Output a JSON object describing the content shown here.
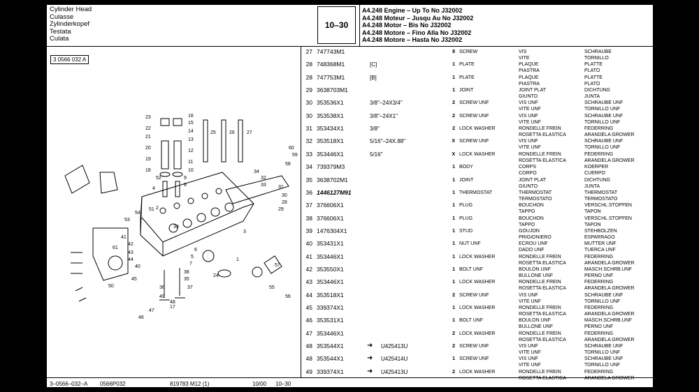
{
  "header": {
    "titles": [
      "Cylinder Head",
      "Culasse",
      "Zylinderkopef",
      "Testata",
      "Culata"
    ],
    "section_code": "10–30",
    "engines": [
      "A4.248 Engine  – Up To No J32002",
      "A4.248 Moteur – Jusqu Au No J32002",
      "A4.248 Motor   – Bis No J32002",
      "A4.248 Motore – Fino Alla No J32002",
      "A4.248 Motore – Hasta No J32002"
    ]
  },
  "ref_box": "3 0566 032 A",
  "diagram_labels": [
    "23",
    "22",
    "21",
    "20",
    "19",
    "18",
    "4",
    "2",
    "1",
    "3",
    "5",
    "6",
    "7",
    "8",
    "9",
    "10",
    "11",
    "12",
    "13",
    "14",
    "15",
    "16",
    "17",
    "24",
    "25",
    "26",
    "27",
    "28",
    "29",
    "30",
    "31",
    "32",
    "33",
    "34",
    "35",
    "36",
    "37",
    "38",
    "39",
    "40",
    "41",
    "42",
    "43",
    "44",
    "45",
    "46",
    "47",
    "48",
    "49",
    "50",
    "51",
    "52",
    "53",
    "54",
    "55",
    "56",
    "57",
    "58",
    "59",
    "60",
    "61"
  ],
  "rows": [
    {
      "num": "27",
      "part": "747743M1",
      "note": "",
      "arrow": false,
      "qty": "8",
      "desc": "SCREW",
      "fr": [
        "VIS",
        "VITE"
      ],
      "de": [
        "SCHRAUBE",
        "TORNILLO"
      ]
    },
    {
      "num": "28",
      "part": "748368M1",
      "note": "[C]",
      "arrow": false,
      "qty": "1",
      "desc": "PLATE",
      "fr": [
        "PLAQUE",
        "PIASTRA"
      ],
      "de": [
        "PLATTE",
        "PLATO"
      ]
    },
    {
      "num": "28",
      "part": "747753M1",
      "note": "[B]",
      "arrow": false,
      "qty": "1",
      "desc": "PLATE",
      "fr": [
        "PLAQUE",
        "PIASTRA"
      ],
      "de": [
        "PLATTE",
        "PLATO"
      ]
    },
    {
      "num": "29",
      "part": "3638703M1",
      "note": "",
      "arrow": false,
      "qty": "1",
      "desc": "JOINT",
      "fr": [
        "JOINT PLAT",
        "GIUNTO"
      ],
      "de": [
        "DICHTUNG",
        "JUNTA"
      ]
    },
    {
      "num": "30",
      "part": "353536X1",
      "note": "3/8\"–24X3/4\"",
      "arrow": false,
      "qty": "2",
      "desc": "SCREW UNF",
      "fr": [
        "VIS UNF",
        "VITE UNF"
      ],
      "de": [
        "SCHRAUBE UNF",
        "TORNILLO UNF"
      ]
    },
    {
      "num": "30",
      "part": "353538X1",
      "note": "3/8\"–24X1\"",
      "arrow": false,
      "qty": "2",
      "desc": "SCREW UNF",
      "fr": [
        "VIS UNF",
        "VITE UNF"
      ],
      "de": [
        "SCHRAUBE UNF",
        "TORNILLO UNF"
      ]
    },
    {
      "num": "31",
      "part": "353434X1",
      "note": "3/8\"",
      "arrow": false,
      "qty": "2",
      "desc": "LOCK WASHER",
      "fr": [
        "RONDELLE FREIN",
        "ROSETTA ELASTICA"
      ],
      "de": [
        "FEDERRING",
        "ARANDELA GROWER"
      ]
    },
    {
      "num": "32",
      "part": "353518X1",
      "note": "5/16\"–24X.88\"",
      "arrow": false,
      "qty": "X",
      "desc": "SCREW UNF",
      "fr": [
        "VIS UNF",
        "VITE UNF"
      ],
      "de": [
        "SCHRAUBE UNF",
        "TORNILLO UNF"
      ]
    },
    {
      "num": "33",
      "part": "353446X1",
      "note": "5/16\"",
      "arrow": false,
      "qty": "X",
      "desc": "LOCK WASHER",
      "fr": [
        "RONDELLE FREIN",
        "ROSETTA ELASTICA"
      ],
      "de": [
        "FEDERRING",
        "ARANDELA GROWER"
      ]
    },
    {
      "num": "34",
      "part": "739379M3",
      "note": "",
      "arrow": false,
      "qty": "1",
      "desc": "BODY",
      "fr": [
        "CORPS",
        "CORPO"
      ],
      "de": [
        "KOERPER",
        "CUERPO"
      ]
    },
    {
      "num": "35",
      "part": "3638702M1",
      "note": "",
      "arrow": false,
      "qty": "1",
      "desc": "JOINT",
      "fr": [
        "JOINT PLAT",
        "GIUNTO"
      ],
      "de": [
        "DICHTUNG",
        "JUNTA"
      ]
    },
    {
      "num": "36",
      "part": "1446127M91",
      "note": "",
      "arrow": false,
      "qty": "1",
      "desc": "THERMOSTAT",
      "fr": [
        "THERMOSTAT",
        "TERMOSTATO"
      ],
      "de": [
        "THERMOSTAT",
        "TERMOSTATO"
      ],
      "emphasis": true
    },
    {
      "num": "37",
      "part": "376606X1",
      "note": "",
      "arrow": false,
      "qty": "1",
      "desc": "PLUG",
      "fr": [
        "BOUCHON",
        "TAPPO"
      ],
      "de": [
        "VERSCHL.STOPFEN",
        "TAPON"
      ]
    },
    {
      "num": "38",
      "part": "376606X1",
      "note": "",
      "arrow": false,
      "qty": "1",
      "desc": "PLUG",
      "fr": [
        "BOUCHON",
        "TAPPO"
      ],
      "de": [
        "VERSCHL.STOPFEN",
        "TAPON"
      ]
    },
    {
      "num": "39",
      "part": "1476304X1",
      "note": "",
      "arrow": false,
      "qty": "1",
      "desc": "STUD",
      "fr": [
        "GOUJON",
        "PRIGIONIERO"
      ],
      "de": [
        "STEHBOLZEN",
        "ESPARRAGO"
      ]
    },
    {
      "num": "40",
      "part": "353431X1",
      "note": "",
      "arrow": false,
      "qty": "1",
      "desc": "NUT UNF",
      "fr": [
        "ECROU UNF",
        "DADO UNF"
      ],
      "de": [
        "MUTTER UNF",
        "TUERCA UNF"
      ]
    },
    {
      "num": "41",
      "part": "353446X1",
      "note": "",
      "arrow": false,
      "qty": "1",
      "desc": "LOCK WASHER",
      "fr": [
        "RONDELLE FREIN",
        "ROSETTA ELASTICA"
      ],
      "de": [
        "FEDERRING",
        "ARANDELA GROWER"
      ]
    },
    {
      "num": "42",
      "part": "353550X1",
      "note": "",
      "arrow": false,
      "qty": "1",
      "desc": "BOLT UNF",
      "fr": [
        "BOULON UNF",
        "BULLONE UNF"
      ],
      "de": [
        "MASCH.SCHRB.UNF",
        "PERNO UNF"
      ]
    },
    {
      "num": "43",
      "part": "353446X1",
      "note": "",
      "arrow": false,
      "qty": "1",
      "desc": "LOCK WASHER",
      "fr": [
        "RONDELLE FREIN",
        "ROSETTA ELASTICA"
      ],
      "de": [
        "FEDERRING",
        "ARANDELA GROWER"
      ]
    },
    {
      "num": "44",
      "part": "353518X1",
      "note": "",
      "arrow": false,
      "qty": "2",
      "desc": "SCREW UNF",
      "fr": [
        "VIS UNF",
        "VITE UNF"
      ],
      "de": [
        "SCHRAUBE UNF",
        "TORNILLO UNF"
      ]
    },
    {
      "num": "45",
      "part": "339374X1",
      "note": "",
      "arrow": false,
      "qty": "1",
      "desc": "LOCK WASHER",
      "fr": [
        "RONDELLE FREIN",
        "ROSETTA ELASTICA"
      ],
      "de": [
        "FEDERRING",
        "ARANDELA GROWER"
      ]
    },
    {
      "num": "46",
      "part": "353531X1",
      "note": "",
      "arrow": false,
      "qty": "1",
      "desc": "BOLT UNF",
      "fr": [
        "BOULON UNF",
        "BULLONE UNF"
      ],
      "de": [
        "MASCH.SCHRB.UNF",
        "PERNO UNF"
      ]
    },
    {
      "num": "47",
      "part": "353446X1",
      "note": "",
      "arrow": false,
      "qty": "2",
      "desc": "LOCK WASHER",
      "fr": [
        "RONDELLE FREIN",
        "ROSETTA ELASTICA"
      ],
      "de": [
        "FEDERRING",
        "ARANDELA GROWER"
      ]
    },
    {
      "num": "48",
      "part": "353544X1",
      "note": "U425413U",
      "arrow": true,
      "qty": "2",
      "desc": "SCREW UNF",
      "fr": [
        "VIS UNF",
        "VITE UNF"
      ],
      "de": [
        "SCHRAUBE UNF",
        "TORNILLO UNF"
      ]
    },
    {
      "num": "48",
      "part": "353544X1",
      "note": "U425414U",
      "arrow": true,
      "qty": "1",
      "desc": "SCREW UNF",
      "fr": [
        "VIS UNF",
        "VITE UNF"
      ],
      "de": [
        "SCHRAUBE UNF",
        "TORNILLO UNF"
      ]
    },
    {
      "num": "49",
      "part": "339374X1",
      "note": "U425413U",
      "arrow": true,
      "qty": "2",
      "desc": "LOCK WASHER",
      "fr": [
        "RONDELLE FREIN",
        "ROSETTA ELASTICA"
      ],
      "de": [
        "FEDERRING",
        "ARANDELA GROWER"
      ]
    }
  ],
  "footer": {
    "left": "3–0566–032–A",
    "code": "0566P032",
    "ref": "819783  M12   (1)",
    "date": "10/00",
    "section": "10–30"
  }
}
